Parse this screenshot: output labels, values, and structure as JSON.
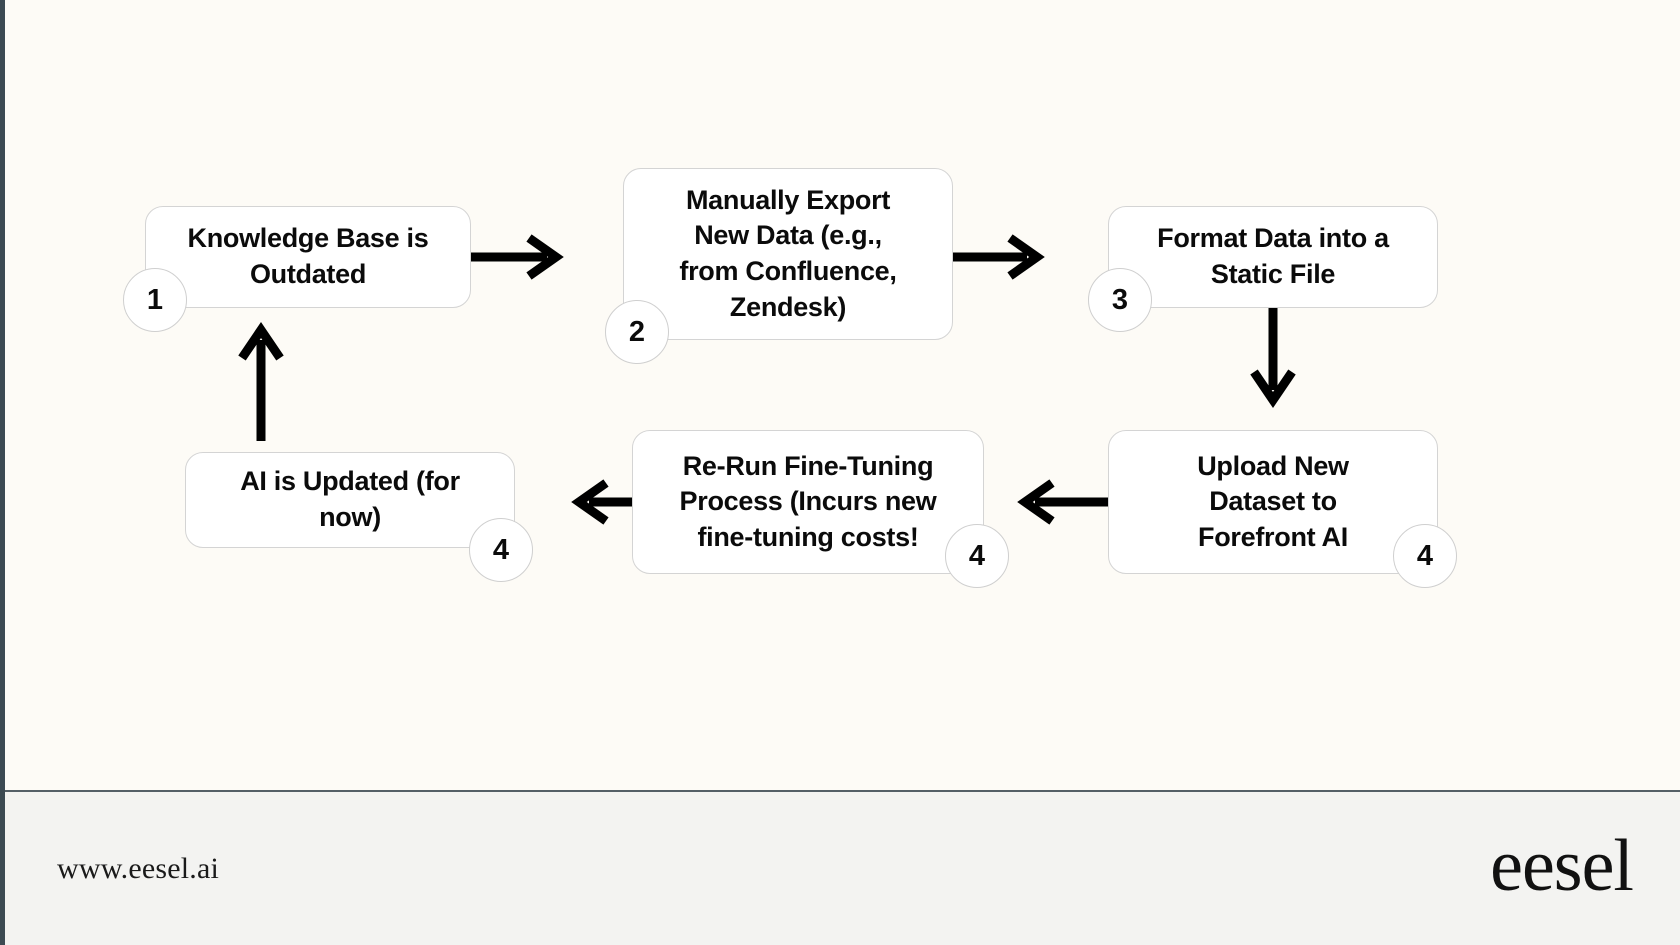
{
  "theme": {
    "background": "#FDFBF6",
    "node_fill": "#FFFFFF",
    "node_border": "#D4D4D4",
    "text": "#0B0B0B",
    "arrow": "#000000",
    "footer_bg": "#F3F3F1",
    "left_rule": "#3C4A52"
  },
  "diagram": {
    "type": "flowchart",
    "nodes": [
      {
        "id": "n1",
        "badge": "1",
        "label": "Knowledge Base is\nOutdated"
      },
      {
        "id": "n2",
        "badge": "2",
        "label": "Manually Export\nNew Data (e.g.,\nfrom Confluence,\nZendesk)"
      },
      {
        "id": "n3",
        "badge": "3",
        "label": "Format Data into a\nStatic File"
      },
      {
        "id": "n4",
        "badge": "4",
        "label": "Upload New\nDataset to\nForefront AI"
      },
      {
        "id": "n5",
        "badge": "4",
        "label": "Re-Run Fine-Tuning\nProcess (Incurs new\nfine-tuning costs!"
      },
      {
        "id": "n6",
        "badge": "4",
        "label": "AI is Updated (for\nnow)"
      }
    ],
    "edges": [
      {
        "from": "n1",
        "to": "n2",
        "direction": "right"
      },
      {
        "from": "n2",
        "to": "n3",
        "direction": "right"
      },
      {
        "from": "n3",
        "to": "n4",
        "direction": "down"
      },
      {
        "from": "n4",
        "to": "n5",
        "direction": "left"
      },
      {
        "from": "n5",
        "to": "n6",
        "direction": "left"
      },
      {
        "from": "n6",
        "to": "n1",
        "direction": "up"
      }
    ]
  },
  "footer": {
    "url": "www.eesel.ai",
    "logo": "eesel"
  }
}
